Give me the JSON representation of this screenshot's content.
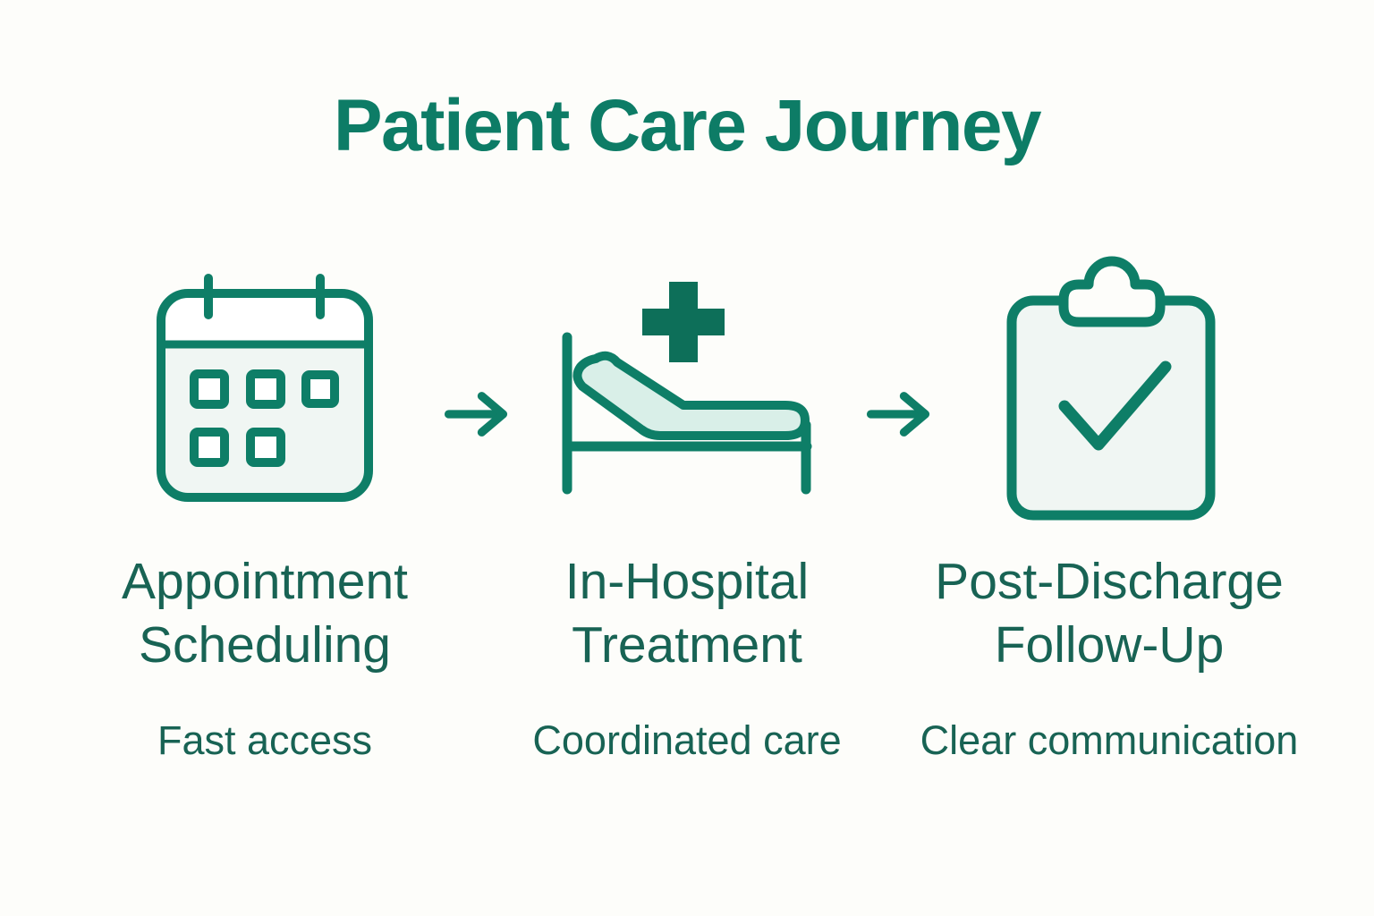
{
  "title": "Patient Care Journey",
  "colors": {
    "background": "#fdfdfa",
    "title_text": "#0d7c66",
    "body_text": "#186354",
    "icon_stroke": "#0e7e67",
    "icon_fill_light": "#f0f6f3",
    "mattress_fill": "#d9efe8",
    "cross_fill": "#0d6f59"
  },
  "steps": [
    {
      "icon": "calendar-icon",
      "label1": "Appointment",
      "label2": "Scheduling",
      "caption": "Fast access"
    },
    {
      "icon": "hospital-bed-icon",
      "label1": "In-Hospital",
      "label2": "Treatment",
      "caption": "Coordinated care"
    },
    {
      "icon": "clipboard-check-icon",
      "label1": "Post-Discharge",
      "label2": "Follow-Up",
      "caption": "Clear communication"
    }
  ]
}
